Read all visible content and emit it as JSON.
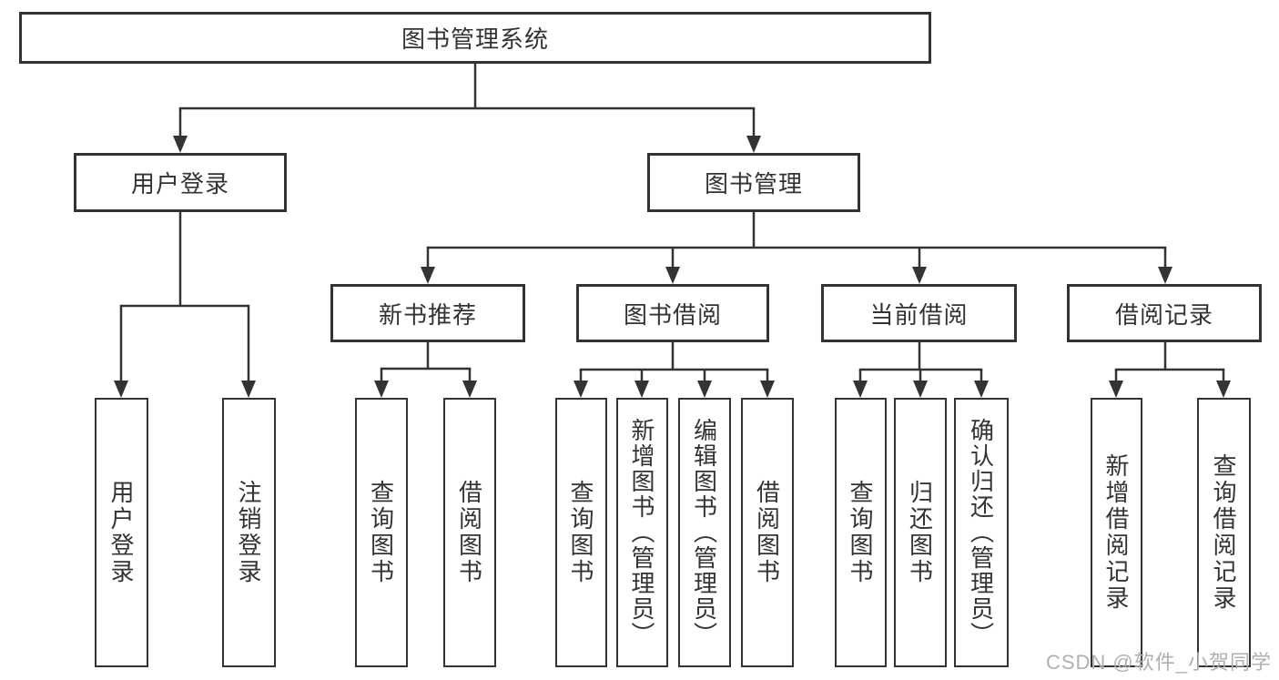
{
  "tree": {
    "root": {
      "label": "图书管理系统"
    },
    "branches": [
      {
        "label": "用户登录",
        "children": [
          {
            "label": "用户登录"
          },
          {
            "label": "注销登录"
          }
        ]
      },
      {
        "label": "图书管理",
        "children": [
          {
            "label": "新书推荐",
            "children": [
              {
                "label": "查询图书"
              },
              {
                "label": "借阅图书"
              }
            ]
          },
          {
            "label": "图书借阅",
            "children": [
              {
                "label": "查询图书"
              },
              {
                "label": "新增图书（管理员）"
              },
              {
                "label": "编辑图书（管理员）"
              },
              {
                "label": "借阅图书"
              }
            ]
          },
          {
            "label": "当前借阅",
            "children": [
              {
                "label": "查询图书"
              },
              {
                "label": "归还图书"
              },
              {
                "label": "确认归还（管理员）"
              }
            ]
          },
          {
            "label": "借阅记录",
            "children": [
              {
                "label": "新增借阅记录"
              },
              {
                "label": "查询借阅记录"
              }
            ]
          }
        ]
      }
    ]
  },
  "watermark": {
    "text": "CSDN @软件_小贺同学"
  },
  "colors": {
    "line": "#333333",
    "text": "#333333",
    "watermark": "#b0b0b0",
    "background": "#ffffff"
  }
}
